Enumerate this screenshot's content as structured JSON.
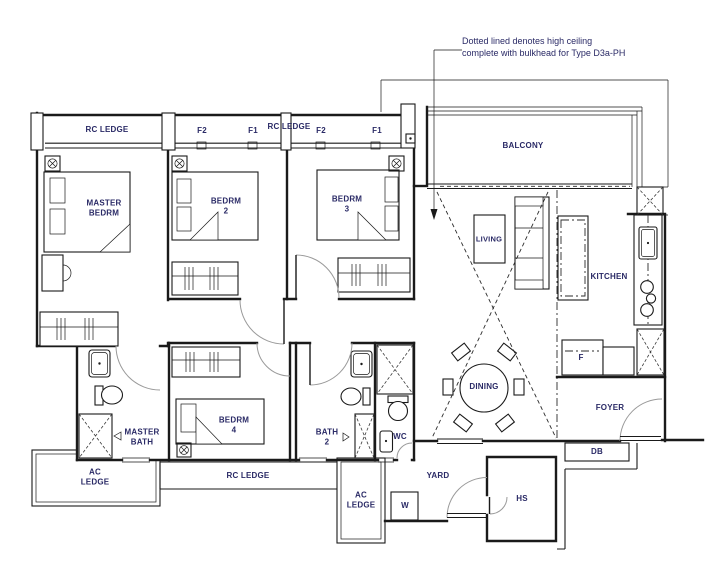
{
  "annotation": {
    "text": "Dotted lined denotes high ceiling\ncomplete with bulkhead for Type D3a-PH"
  },
  "labels": {
    "rc_ledge_1": "RC LEDGE",
    "rc_ledge_2": "RC LEDGE",
    "rc_ledge_3": "RC LEDGE",
    "f2_1": "F2",
    "f1_1": "F1",
    "f2_2": "F2",
    "f1_2": "F1",
    "master_bedrm": "MASTER\nBEDRM",
    "bedrm_2": "BEDRM\n2",
    "bedrm_3": "BEDRM\n3",
    "bedrm_4": "BEDRM\n4",
    "balcony": "BALCONY",
    "living": "LIVING",
    "kitchen": "KITCHEN",
    "dining": "DINING",
    "foyer": "FOYER",
    "db": "DB",
    "fridge": "F",
    "master_bath": "MASTER\nBATH",
    "bath_2": "BATH\n2",
    "wc": "WC",
    "ac_ledge_1": "AC\nLEDGE",
    "ac_ledge_2": "AC\nLEDGE",
    "yard": "YARD",
    "washer": "W",
    "hs": "HS"
  },
  "colors": {
    "wall": "#1a1a1a",
    "label_text": "#2a2a66",
    "door_arc": "#9a9a9a",
    "background": "#ffffff"
  }
}
